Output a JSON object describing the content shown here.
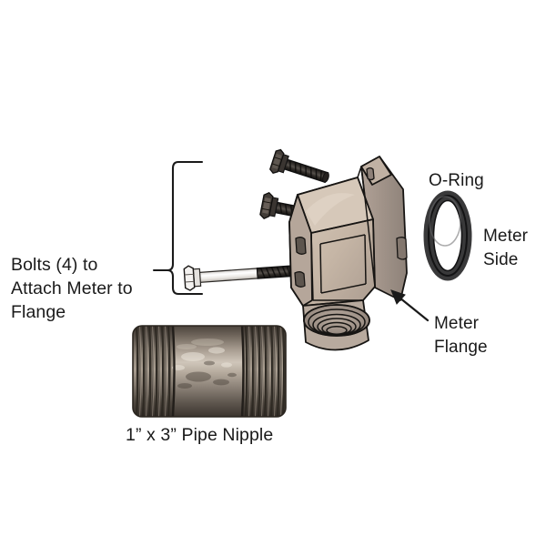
{
  "figure": {
    "type": "exploded-assembly-diagram",
    "background_color": "#ffffff",
    "subject": "Water meter flange assembly with bolts, o-ring and pipe nipple"
  },
  "labels": {
    "bolts": "Bolts (4) to\nAttach Meter to\nFlange",
    "o_ring": "O-Ring",
    "meter_side": "Meter\nSide",
    "meter_flange": "Meter\nFlange",
    "pipe_nipple": "1” x 3” Pipe Nipple"
  },
  "parts": {
    "bolt_count": 4,
    "bolt_color_dark": "#2b2724",
    "bolt_color_light": "#f2f0ee",
    "oring_color": "#3a3a38",
    "flange_body_color": "#c3b3a4",
    "flange_shadow_color": "#9d8f86",
    "flange_highlight_color": "#d8cabb",
    "nipple_color": "#6e655c",
    "outline_color": "#1a1a1a"
  },
  "callouts": {
    "bolts_brace": "vertical-curly-brace",
    "meter_flange_arrow": "arrow-up-left"
  }
}
